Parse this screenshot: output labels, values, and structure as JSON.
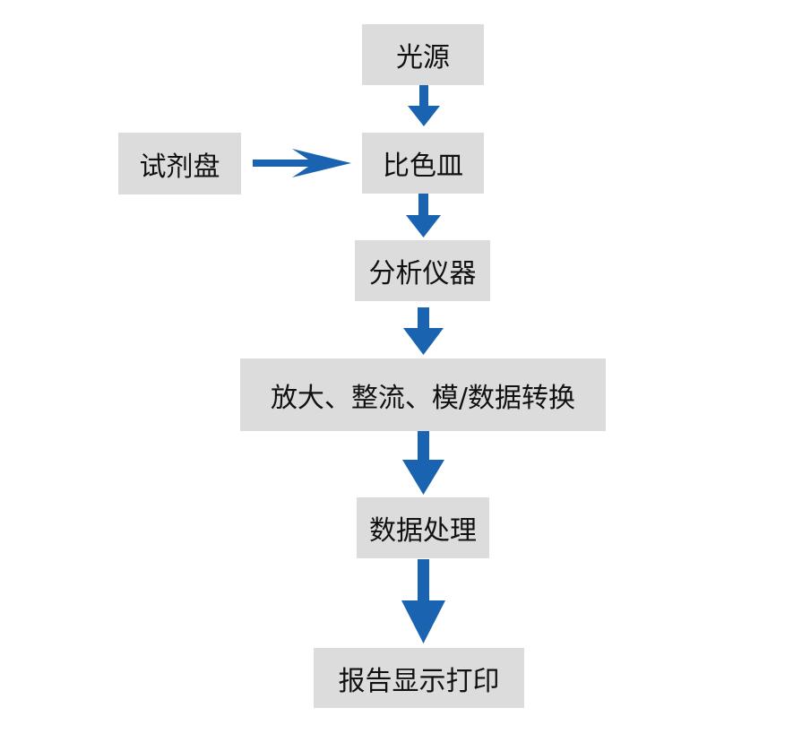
{
  "diagram": {
    "nodes": {
      "light_source": "光源",
      "reagent_tray": "试剂盘",
      "cuvette": "比色皿",
      "analyzer": "分析仪器",
      "amplify_convert": "放大、整流、模/数据转换",
      "data_processing": "数据处理",
      "report_print": "报告显示打印"
    },
    "edges": [
      {
        "from": "light_source",
        "to": "cuvette"
      },
      {
        "from": "reagent_tray",
        "to": "cuvette"
      },
      {
        "from": "cuvette",
        "to": "analyzer"
      },
      {
        "from": "analyzer",
        "to": "amplify_convert"
      },
      {
        "from": "amplify_convert",
        "to": "data_processing"
      },
      {
        "from": "data_processing",
        "to": "report_print"
      }
    ],
    "colors": {
      "box_fill": "#dcdcdc",
      "arrow": "#1a63b0",
      "text": "#111111"
    }
  }
}
